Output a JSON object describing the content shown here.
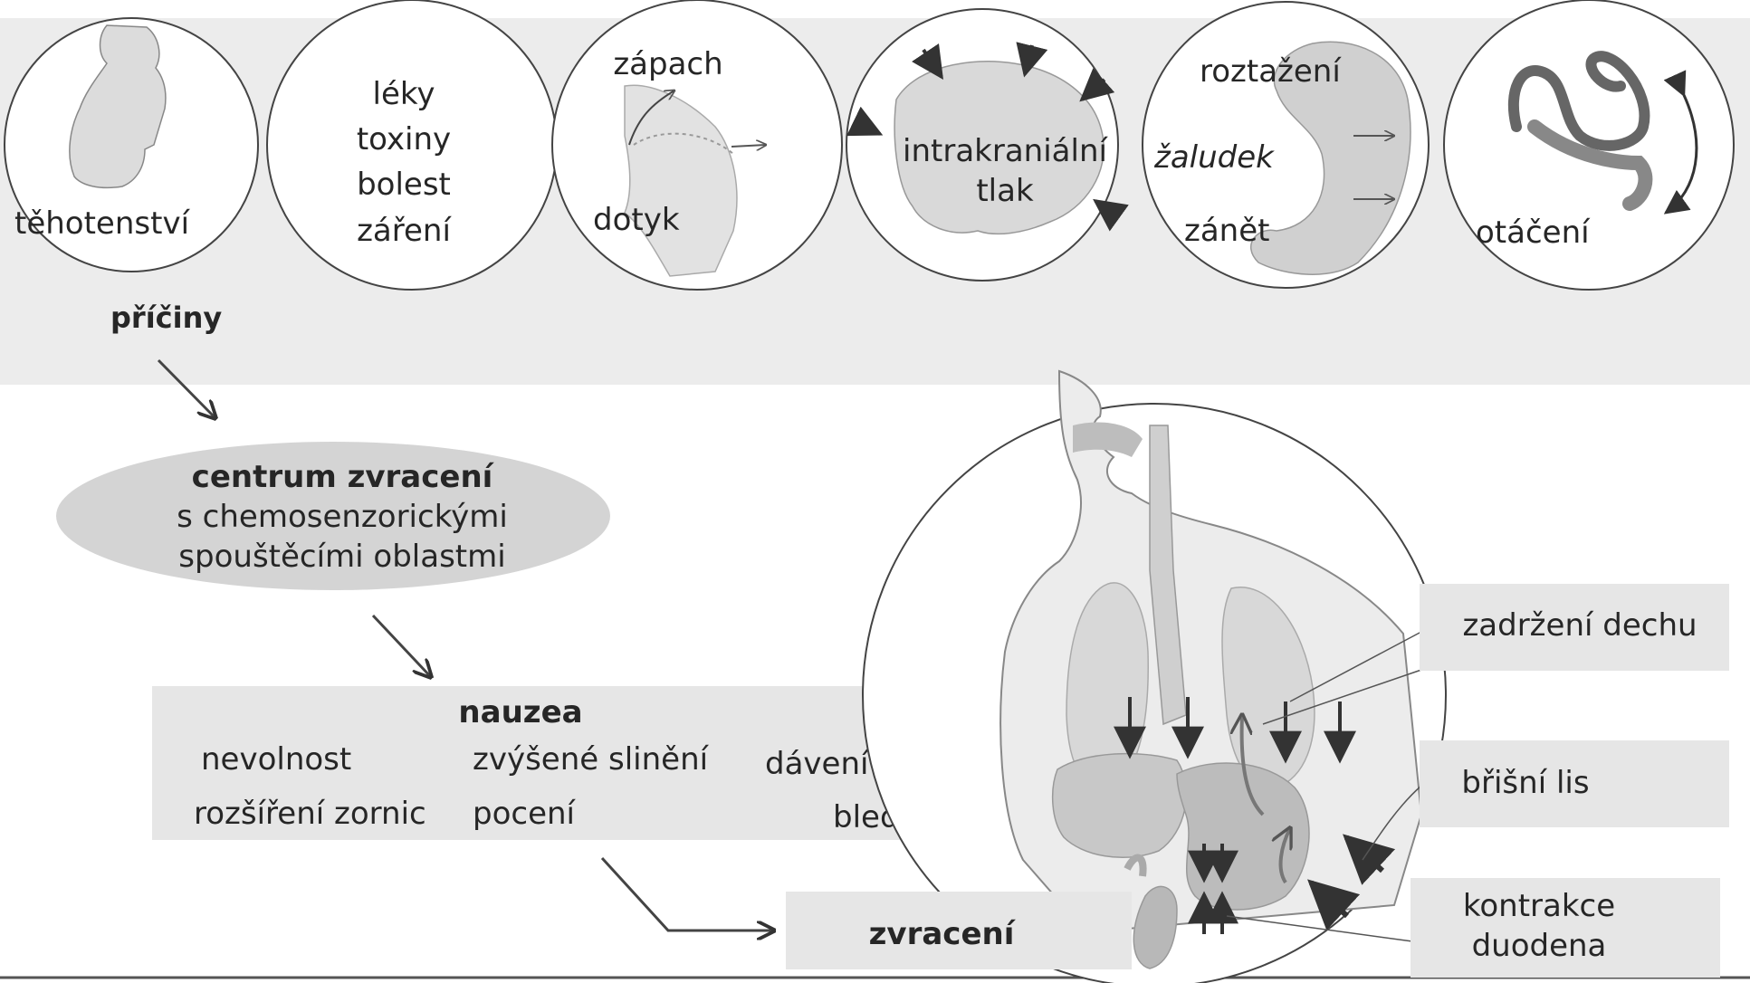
{
  "causes": {
    "pregnancy": "těhotenství",
    "drugs_list": [
      "léky",
      "toxiny",
      "bolest",
      "záření"
    ],
    "smell": "zápach",
    "touch": "dotyk",
    "intracranial_1": "intrakraniální",
    "intracranial_2": "tlak",
    "stretch": "roztažení",
    "stomach": "žaludek",
    "inflammation": "zánět",
    "rotation": "otáčení"
  },
  "causes_label": "příčiny",
  "vomit_center": {
    "title": "centrum zvracení",
    "line2": "s chemosenzorickými",
    "line3": "spouštěcími oblastmi"
  },
  "nausea": {
    "title": "nauzea",
    "col1": [
      "nevolnost",
      "rozšíření zornic"
    ],
    "col2": [
      "zvýšené slinění",
      "pocení"
    ],
    "col3": [
      "dávení",
      "bledost"
    ]
  },
  "vomiting": "zvracení",
  "mechanisms": [
    "zadržení dechu",
    "břišní lis"
  ],
  "duodenum": [
    "kontrakce",
    "duodena"
  ],
  "colors": {
    "box_fill": "#e6e6e6",
    "ellipse_fill": "#d4d4d4",
    "organ_fill": "#cfcfcf",
    "line": "#333333"
  }
}
